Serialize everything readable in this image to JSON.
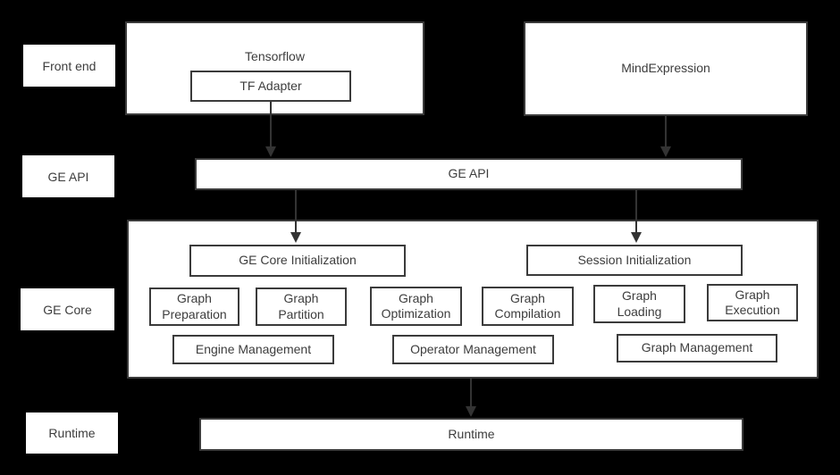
{
  "colors": {
    "background": "#000000",
    "box_fill": "#ffffff",
    "box_border": "#3b3b3b",
    "text": "#3d3d3d",
    "arrow": "#333333"
  },
  "rows": [
    {
      "label": "Front end"
    },
    {
      "label": "GE API"
    },
    {
      "label": "GE Core"
    },
    {
      "label": "Runtime"
    }
  ],
  "frontend": {
    "tensorflow": "Tensorflow",
    "tf_adapter": "TF Adapter",
    "mindexpression": "MindExpression"
  },
  "ge_api": {
    "label": "GE API"
  },
  "ge_core": {
    "core_init": "GE Core Initialization",
    "session_init": "Session Initialization",
    "stages": [
      {
        "line1": "Graph",
        "line2": "Preparation"
      },
      {
        "line1": "Graph",
        "line2": "Partition"
      },
      {
        "line1": "Graph",
        "line2": "Optimization"
      },
      {
        "line1": "Graph",
        "line2": "Compilation"
      },
      {
        "line1": "Graph",
        "line2": "Loading"
      },
      {
        "line1": "Graph",
        "line2": "Execution"
      }
    ],
    "management": [
      {
        "label": "Engine Management"
      },
      {
        "label": "Operator Management"
      },
      {
        "label": "Graph Management"
      }
    ]
  },
  "runtime": {
    "label": "Runtime"
  }
}
